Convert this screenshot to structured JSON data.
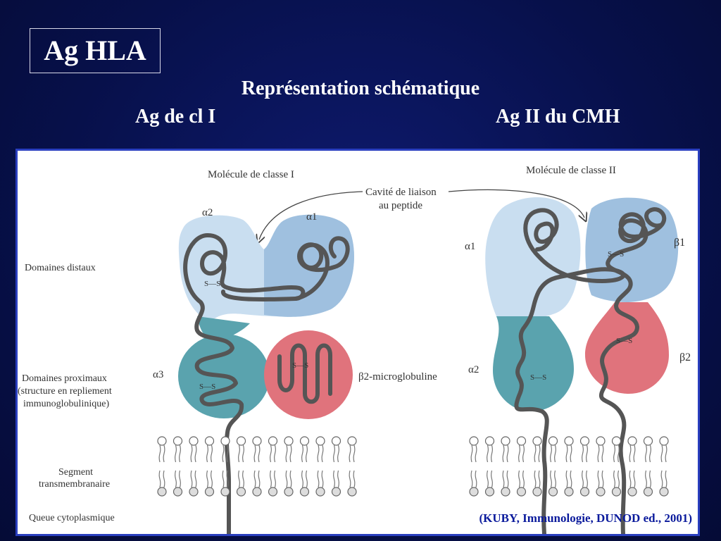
{
  "slide": {
    "title": "Ag HLA",
    "subtitle": "Représentation schématique",
    "left_label": "Ag de cl I",
    "right_label": "Ag II du CMH",
    "citation": "(KUBY, Immunologie, DUNOD ed., 2001)"
  },
  "figure": {
    "class1_title": "Molécule de classe I",
    "class2_title": "Molécule de classe II",
    "cavity_label_line1": "Cavité de liaison",
    "cavity_label_line2": "au peptide",
    "row_distal": "Domaines distaux",
    "row_proximal_line1": "Domaines proximaux",
    "row_proximal_line2": "(structure en repliement",
    "row_proximal_line3": "immunoglobulinique)",
    "row_tm_line1": "Segment",
    "row_tm_line2": "transmembranaire",
    "row_cyto": "Queue cytoplasmique",
    "c1_alpha2": "α2",
    "c1_alpha1": "α1",
    "c1_alpha3": "α3",
    "c1_b2m": "β2-microglobuline",
    "c2_alpha1": "α1",
    "c2_alpha2": "α2",
    "c2_beta1": "β1",
    "c2_beta2": "β2",
    "disulfide": "S—S",
    "colors": {
      "light_blue": "#c9def0",
      "mid_blue": "#9fc0df",
      "teal": "#5aa3ae",
      "pink": "#e0737c",
      "chain": "#555555"
    }
  }
}
